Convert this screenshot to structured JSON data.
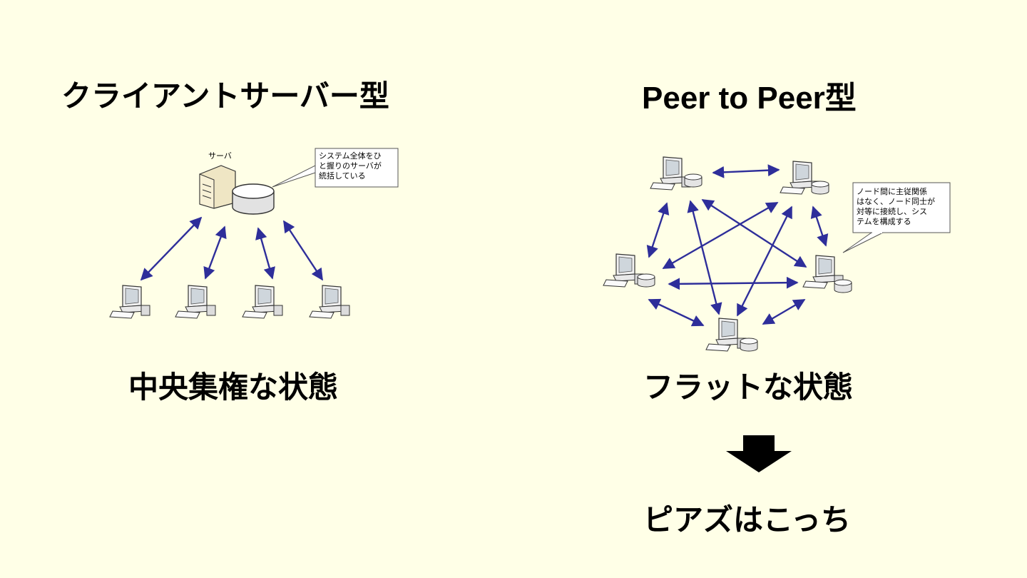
{
  "left": {
    "title": "クライアントサーバー型",
    "server_label": "サーバ",
    "callout": [
      "システム全体をひ",
      "と握りのサーバが",
      "統括している"
    ],
    "caption": "中央集権な状態"
  },
  "right": {
    "title": "Peer to Peer型",
    "callout": [
      "ノード間に主従関係",
      "はなく、ノード同士が",
      "対等に接続し、シス",
      "テムを構成する"
    ],
    "caption": "フラットな状態",
    "footer": "ピアズはこっち"
  },
  "colors": {
    "background": "#FFFFE7",
    "arrow": "#2E2E9A",
    "text": "#000000"
  },
  "icons": [
    "server-tower-icon",
    "database-cylinder-icon",
    "client-computer-icon",
    "peer-node-icon",
    "down-arrow-icon"
  ]
}
